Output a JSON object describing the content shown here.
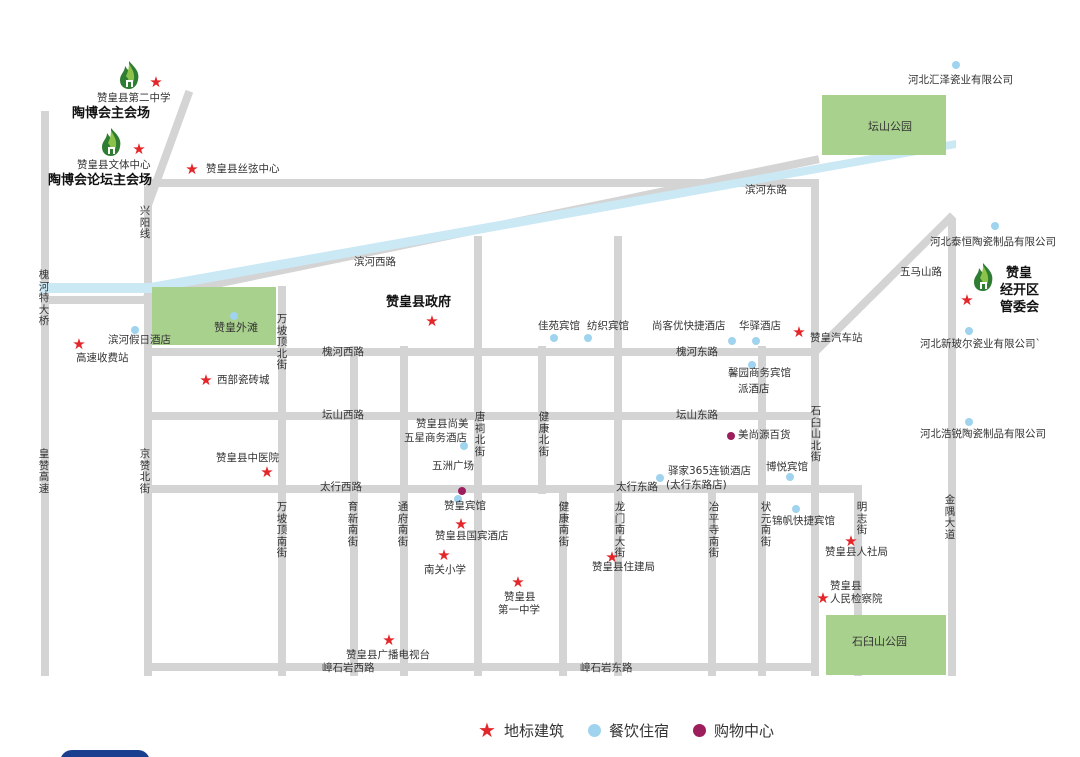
{
  "colors": {
    "road": "#d4d4d4",
    "river": "#cbe8f5",
    "park": "#a9d18e",
    "landmark": "#e3262a",
    "dining": "#9fd3ee",
    "shopping": "#9c1e5c",
    "logo": "#2e7d32"
  },
  "icons": {
    "landmark": "star-icon",
    "dining": "circle-icon",
    "shopping": "circle-icon",
    "logo": "flame-house-icon"
  },
  "legend": {
    "landmark": "地标建筑",
    "dining": "餐饮住宿",
    "shopping": "购物中心"
  },
  "parks": {
    "tanshan": "坛山公园",
    "waitan": "赞皇外滩",
    "shijiushan": "石臼山公园"
  },
  "major": {
    "gov": "赞皇县政府",
    "main_venue": "陶博会主会场",
    "forum_venue": "陶博会论坛主会场",
    "dev_zone": [
      "赞皇",
      "经开区",
      "管委会"
    ]
  },
  "roads": {
    "binhe_east": "滨河东路",
    "binhe_west": "滨河西路",
    "huaihe_west": "槐河西路",
    "huaihe_east": "槐河东路",
    "tanshan_west": "坛山西路",
    "tanshan_east": "坛山东路",
    "taihang_west": "太行西路",
    "taihang_east": "太行东路",
    "zhangshiyan_west": "嶂石岩西路",
    "zhangshiyan_east": "嶂石岩东路",
    "wuma": "五马山路",
    "xingyang": "兴阳线",
    "huaihe_bridge": "槐河特大桥",
    "huangzan": "皇赞高速",
    "jingzan": "京赞北街",
    "wanpo_north": "万坡顶北街",
    "wanpo_south": "万坡顶南街",
    "yuxin": "育新南街",
    "tongfu": "通府南街",
    "tangci": "唐祠北街",
    "jiankang_n": "健康北街",
    "jiankang_s": "健康南街",
    "longmen": "龙门南大街",
    "yeping": "冶平寺南街",
    "zhuangyuan": "状元南街",
    "mingzhi": "明志街",
    "shijiushan_n": "石臼山北街",
    "jinyu": "金隅大道"
  },
  "landmarks": {
    "school2": "赞皇县第二中学",
    "culture": "赞皇县文体中心",
    "sixian": "赞皇县丝弦中心",
    "toll": "高速收费站",
    "tile": "西部瓷砖城",
    "tcm": "赞皇县中医院",
    "guobin": "赞皇县国宾酒店",
    "nanguan": "南关小学",
    "school1_a": "赞皇县",
    "school1_b": "第一中学",
    "zhujian": "赞皇县住建局",
    "radio": "赞皇县广播电视台",
    "bus": "赞皇汽车站",
    "hrss": "赞皇县人社局",
    "procur_a": "赞皇县",
    "procur_b": "人民检察院"
  },
  "dining": {
    "binhe_hotel": "滨河假日酒店",
    "jiayuan": "佳苑宾馆",
    "fangzhi": "纺织宾馆",
    "shangke": "尚客优快捷酒店",
    "huayi": "华驿酒店",
    "xinyuan_a": "馨园商务宾馆",
    "xinyuan_b": "派酒店",
    "shangmei_a": "赞皇县尚美",
    "shangmei_b": "五星商务酒店",
    "zanhuang_hotel": "赞皇宾馆",
    "yijia_a": "驿家365连锁酒店",
    "yijia_b": "(太行东路店)",
    "boyue": "博悦宾馆",
    "jinfan": "锦帆快捷宾馆"
  },
  "shopping": {
    "wuzhou": "五洲广场",
    "meishangyuan": "美尚源百货"
  },
  "companies": {
    "huize": "河北汇泽瓷业有限公司",
    "taiheng": "河北泰恒陶瓷制品有限公司",
    "xinpoer": "河北新玻尔瓷业有限公司`",
    "haorui": "河北浩锐陶瓷制品有限公司"
  }
}
